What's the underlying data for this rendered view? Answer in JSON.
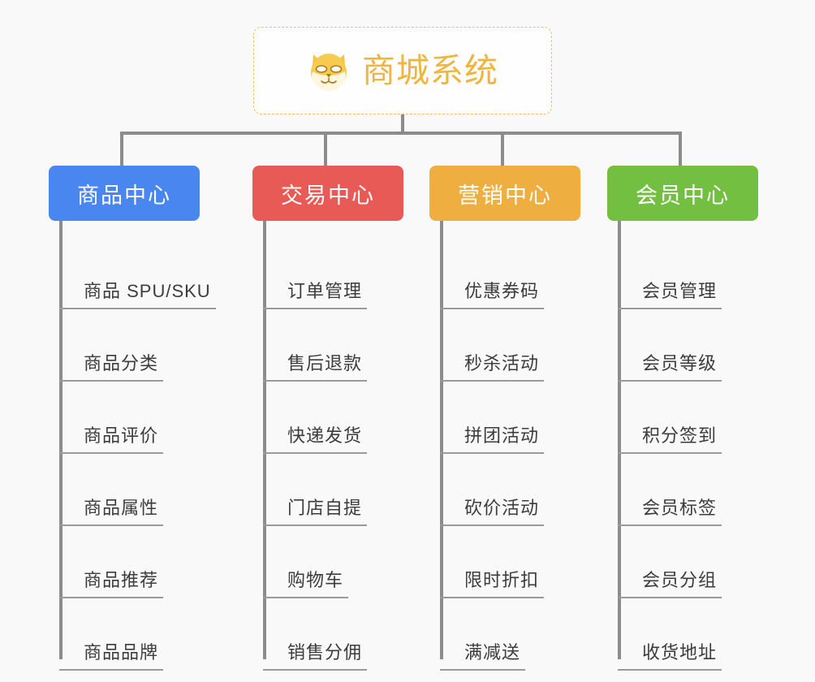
{
  "root": {
    "title": "商城系统",
    "icon": "dog-face-icon",
    "border_color": "#f0c060",
    "text_color": "#f0b53f"
  },
  "theme": {
    "background": "#f9f9f9",
    "connector_color": "#8c8c8c",
    "item_text_color": "#3c3c3c",
    "item_underline_color": "#9a9a9a"
  },
  "columns": [
    {
      "header": "商品中心",
      "color": "#4a86ef",
      "items": [
        "商品 SPU/SKU",
        "商品分类",
        "商品评价",
        "商品属性",
        "商品推荐",
        "商品品牌"
      ]
    },
    {
      "header": "交易中心",
      "color": "#e85a55",
      "items": [
        "订单管理",
        "售后退款",
        "快递发货",
        "门店自提",
        "购物车",
        "销售分佣"
      ]
    },
    {
      "header": "营销中心",
      "color": "#eeaf40",
      "items": [
        "优惠券码",
        "秒杀活动",
        "拼团活动",
        "砍价活动",
        "限时折扣",
        "满减送"
      ]
    },
    {
      "header": "会员中心",
      "color": "#73bf41",
      "items": [
        "会员管理",
        "会员等级",
        "积分签到",
        "会员标签",
        "会员分组",
        "收货地址"
      ]
    }
  ]
}
